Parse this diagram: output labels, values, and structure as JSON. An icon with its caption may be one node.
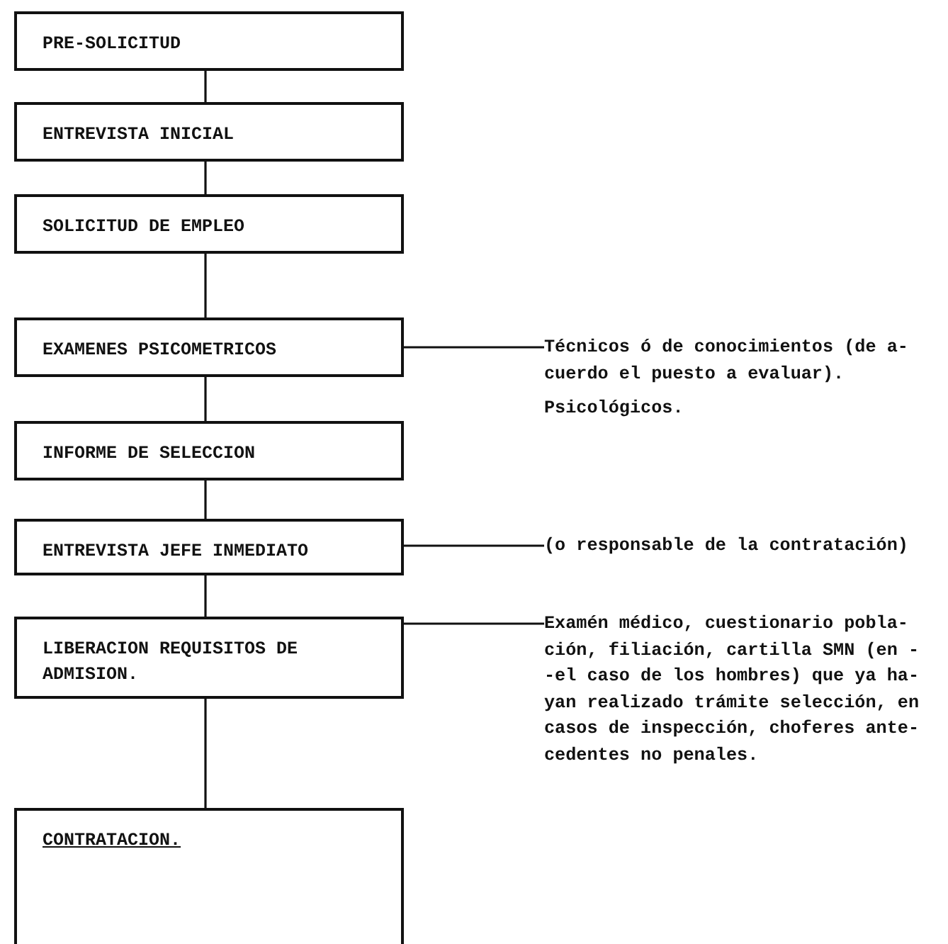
{
  "diagram": {
    "nodes": [
      {
        "text": [
          "PRE-SOLICITUD"
        ]
      },
      {
        "text": [
          "ENTREVISTA INICIAL"
        ]
      },
      {
        "text": [
          "SOLICITUD DE EMPLEO"
        ]
      },
      {
        "text": [
          "EXAMENES PSICOMETRICOS"
        ]
      },
      {
        "text": [
          "INFORME DE SELECCION"
        ]
      },
      {
        "text": [
          "ENTREVISTA JEFE INMEDIATO"
        ]
      },
      {
        "text": [
          "LIBERACION REQUISITOS DE ADMISION."
        ]
      },
      {
        "text": [
          "CONTRATACION."
        ]
      },
      {
        "text": [
          "Técnicos ó de conocimientos (de a- cuerdo el puesto a evaluar).",
          "Psicológicos."
        ]
      },
      {
        "text": [
          "(o responsable de la contratación)"
        ]
      },
      {
        "text": [
          "Examén médico, cuestionario pobla- ción, filiación, cartilla SMN (en - -el caso de los hombres) que ya ha- yan realizado trámite selección, en casos de inspección, choferes ante- cedentes no penales."
        ]
      }
    ],
    "edges": [
      {
        "from": 0,
        "to": 1,
        "arrow": "none"
      },
      {
        "from": 1,
        "to": 2,
        "arrow": "none"
      },
      {
        "from": 2,
        "to": 3,
        "arrow": "none"
      },
      {
        "from": 3,
        "to": 4,
        "arrow": "none"
      },
      {
        "from": 4,
        "to": 5,
        "arrow": "none"
      },
      {
        "from": 5,
        "to": 6,
        "arrow": "none"
      },
      {
        "from": 6,
        "to": 7,
        "arrow": "none"
      },
      {
        "from": 3,
        "to": 8,
        "arrow": "none"
      },
      {
        "from": 5,
        "to": 9,
        "arrow": "none"
      },
      {
        "from": 6,
        "to": 10,
        "arrow": "none"
      }
    ]
  }
}
